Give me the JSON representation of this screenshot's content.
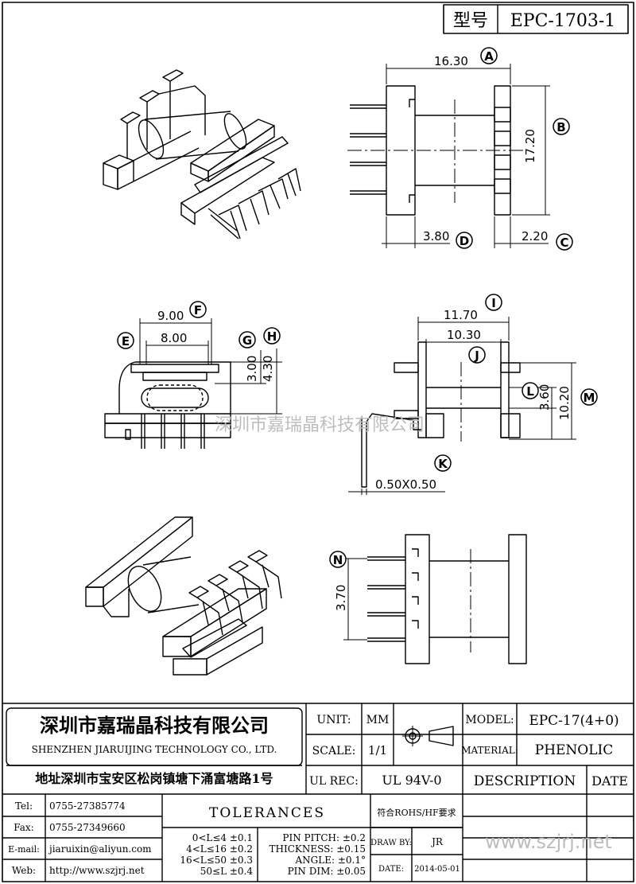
{
  "title_block_top": {
    "model_label": "型号",
    "model_value": "EPC-1703-1"
  },
  "dimensions": {
    "a": {
      "value": "16.30",
      "letter": "A"
    },
    "b": {
      "value": "17.20",
      "letter": "B"
    },
    "c": {
      "value": "2.20",
      "letter": "C"
    },
    "d": {
      "value": "3.80",
      "letter": "D"
    },
    "e": {
      "letter": "E"
    },
    "f": {
      "value": "9.00",
      "letter": "F"
    },
    "f_inner": {
      "value": "8.00"
    },
    "g": {
      "value": "3.00",
      "letter": "G"
    },
    "h": {
      "value": "4.30",
      "letter": "H"
    },
    "i": {
      "value": "11.70",
      "letter": "I"
    },
    "j": {
      "value": "10.30",
      "letter": "J"
    },
    "k": {
      "value": "0.50X0.50",
      "letter": "K"
    },
    "l": {
      "value": "3.60",
      "letter": "L"
    },
    "m": {
      "value": "10.20",
      "letter": "M"
    },
    "n": {
      "value": "3.70",
      "letter": "N"
    }
  },
  "watermark": "深圳市嘉瑞晶科技有限公司",
  "company": {
    "name_cn": "深圳市嘉瑞晶科技有限公司",
    "name_en": "SHENZHEN JIARUIJING TECHNOLOGY CO., LTD.",
    "address": "地址深圳市宝安区松岗镇塘下涌富塘路1号",
    "tel_label": "Tel:",
    "tel": "0755-27385774",
    "fax_label": "Fax:",
    "fax": "0755-27349660",
    "email_label": "E-mail:",
    "email": "jiaruixin@aliyun.com",
    "web_label": "Web:",
    "web": "http://www.szjrj.net",
    "site": "www.szjrj.net"
  },
  "spec": {
    "unit_label": "UNIT:",
    "unit": "MM",
    "scale_label": "SCALE:",
    "scale": "1/1",
    "ul_label": "UL REC:",
    "ul": "UL 94V-0",
    "model_label": "MODEL:",
    "model": "EPC-17(4+0)",
    "material_label": "MATERIAL:",
    "material": "PHENOLIC",
    "description": "DESCRIPTION",
    "date_col": "DATE",
    "tolerances": "TOLERANCES",
    "rohs": "符合ROHS/HF要求",
    "draw_by_label": "DRAW BY:",
    "draw_by": "JR",
    "date_label": "DATE:",
    "date": "2014-05-01",
    "tol_rows": [
      "0<L≤4 ±0.1",
      "4<L≤16 ±0.2",
      "16<L≤50 ±0.3",
      "50≤L ±0.4"
    ],
    "pin_rows": [
      "PIN PITCH: ±0.2",
      "THICKNESS: ±0.15",
      "ANGLE: ±0.1°",
      "PIN DIM: ±0.05"
    ]
  },
  "colors": {
    "line": "#000000",
    "watermark": "#bdbdbd"
  }
}
